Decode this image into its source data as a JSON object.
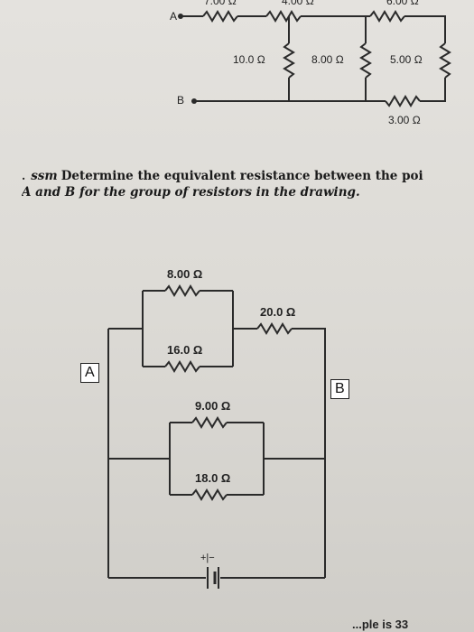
{
  "top_circuit": {
    "terminal_a": "A",
    "terminal_b": "B",
    "r_top1": "7.00 Ω",
    "r_top2": "4.00 Ω",
    "r_top3": "6.00 Ω",
    "r_left": "10.0 Ω",
    "r_mid": "8.00 Ω",
    "r_right": "5.00 Ω",
    "r_bottom": "3.00 Ω"
  },
  "problem": {
    "number": ".",
    "tag": "ssm",
    "line1": "Determine the equivalent resistance between the poi",
    "line2": "A and B for the group of resistors in the drawing."
  },
  "bottom_circuit": {
    "terminal_a": "A",
    "terminal_b": "B",
    "r1": "8.00 Ω",
    "r2": "16.0 Ω",
    "r3": "20.0 Ω",
    "r4": "9.00 Ω",
    "r5": "18.0 Ω",
    "battery_symbol": "+|−"
  },
  "footer_text": "...ple is 33"
}
